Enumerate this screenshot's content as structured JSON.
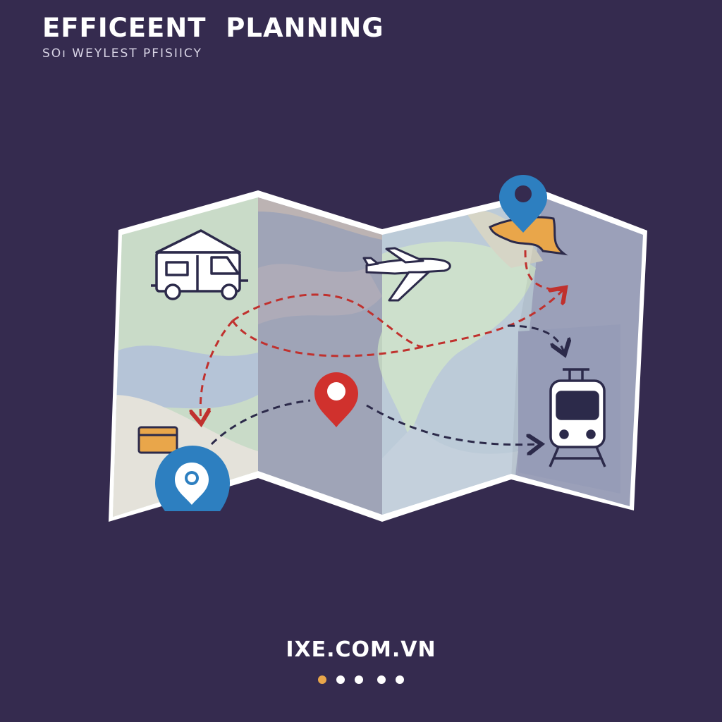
{
  "header": {
    "title": "EFFICEENT  PLANNING",
    "subtitle": "SOı WEYLEST PFISIICY"
  },
  "footer": {
    "site": "IXE.COM.VN",
    "pagination": {
      "total": 5,
      "active_index": 0
    }
  },
  "icons": [
    "camper-van-icon",
    "airplane-icon",
    "location-pin-icon",
    "train-icon",
    "card-icon"
  ],
  "colors": {
    "background": "#352b4f",
    "route_red": "#c0312e",
    "route_navy": "#2c2a4a",
    "pin_blue": "#2d7fc0",
    "pin_red": "#d0312d",
    "accent_orange": "#e9a64a",
    "map_green": "#c9dcc6",
    "map_blue": "#b4c3d6"
  }
}
